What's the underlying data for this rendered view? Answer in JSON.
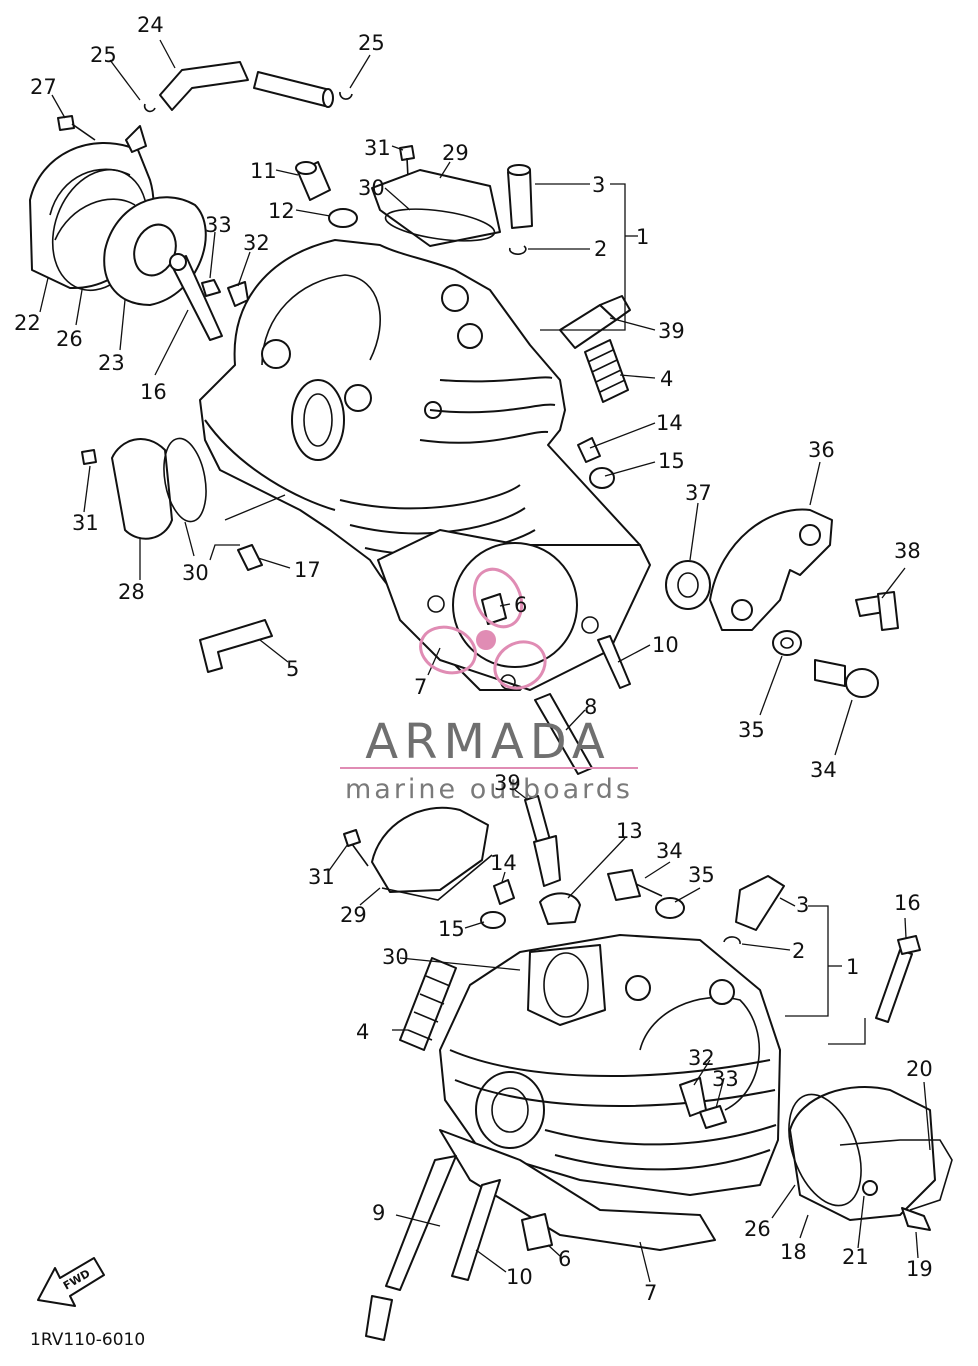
{
  "diagram": {
    "part_code": "1RV110-6010",
    "fwd_label": "FWD",
    "watermark": {
      "brand": "ARMADA",
      "tagline": "marine outboards",
      "accent": "#e08cb4",
      "text_color": "#6f6f6f"
    },
    "callouts_upper": [
      "24",
      "25",
      "25",
      "27",
      "31",
      "29",
      "3",
      "11",
      "30",
      "2",
      "1",
      "12",
      "33",
      "32",
      "22",
      "26",
      "23",
      "39",
      "16",
      "4",
      "14",
      "15",
      "36",
      "31",
      "37",
      "17",
      "30",
      "28",
      "6",
      "38",
      "5",
      "10",
      "7",
      "8",
      "35",
      "34"
    ],
    "callouts_lower": [
      "39",
      "13",
      "34",
      "31",
      "14",
      "35",
      "3",
      "16",
      "29",
      "15",
      "2",
      "1",
      "30",
      "4",
      "32",
      "33",
      "20",
      "9",
      "26",
      "18",
      "21",
      "19",
      "10",
      "6",
      "7"
    ]
  }
}
